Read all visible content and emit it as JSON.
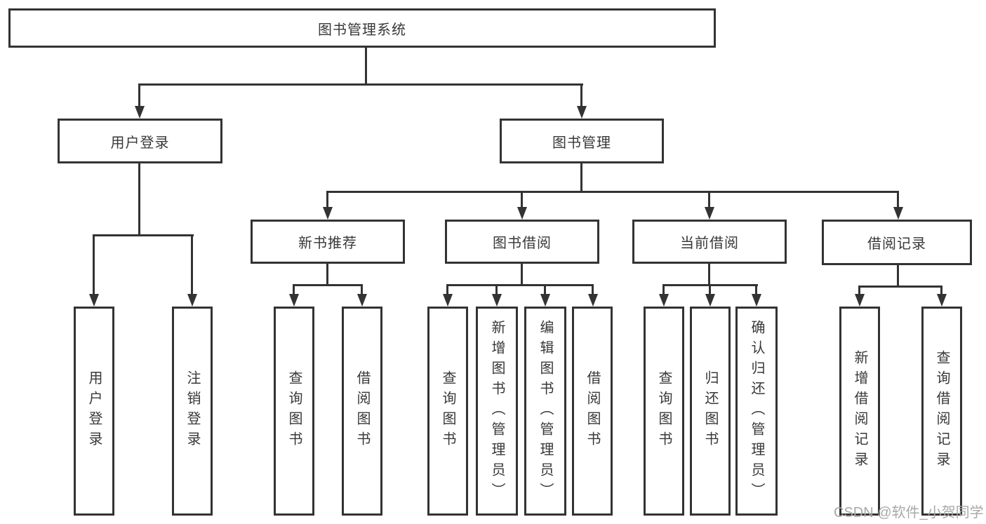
{
  "colors": {
    "box_border": "#333333",
    "connector_line": "#333333",
    "text": "#383838",
    "watermark": "#a8a8a8",
    "background": "#ffffff"
  },
  "watermark": {
    "text": "CSDN @软件_小贺同学"
  },
  "tree": {
    "label": "图书管理系统",
    "children": [
      {
        "label": "用户登录",
        "children": [
          {
            "label": "用户登录"
          },
          {
            "label": "注销登录"
          }
        ]
      },
      {
        "label": "图书管理",
        "children": [
          {
            "label": "新书推荐",
            "children": [
              {
                "label": "查询图书"
              },
              {
                "label": "借阅图书"
              }
            ]
          },
          {
            "label": "图书借阅",
            "children": [
              {
                "label": "查询图书"
              },
              {
                "label": "新增图书（管理员）"
              },
              {
                "label": "编辑图书（管理员）"
              },
              {
                "label": "借阅图书"
              }
            ]
          },
          {
            "label": "当前借阅",
            "children": [
              {
                "label": "查询图书"
              },
              {
                "label": "归还图书"
              },
              {
                "label": "确认归还（管理员）"
              }
            ]
          },
          {
            "label": "借阅记录",
            "children": [
              {
                "label": "新增借阅记录"
              },
              {
                "label": "查询借阅记录"
              }
            ]
          }
        ]
      }
    ]
  }
}
